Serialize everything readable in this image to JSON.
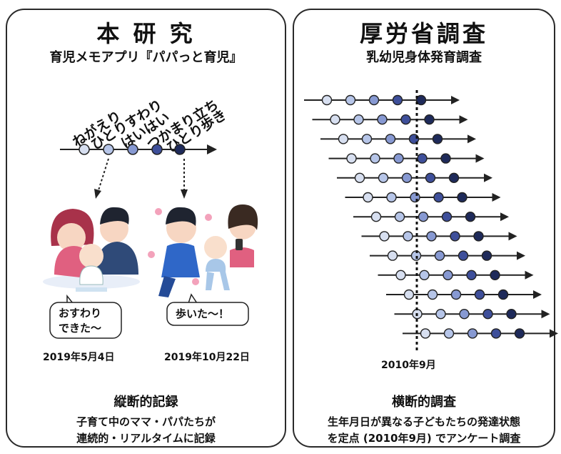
{
  "left": {
    "title": "本 研 究",
    "subtitle": "育児メモアプリ『パパっと育児』",
    "milestones": [
      "ねがえり",
      "ひとりすわり",
      "はいはい",
      "つかまり立ち",
      "ひとり歩き"
    ],
    "bubble1": [
      "おすわり",
      "できた～"
    ],
    "bubble2": "歩いた～！",
    "date1": "2019年5月4日",
    "date2": "2019年10月22日",
    "method": "縦断的記録",
    "desc": [
      "子育て中のママ・パパたちが",
      "連続的・リアルタイムに記録"
    ]
  },
  "right": {
    "title": "厚労省調査",
    "subtitle": "乳幼児身体発育調査",
    "ref_label": "2010年9月",
    "method": "横断的調査",
    "desc": [
      "生年月日が異なる子どもたちの発達状態",
      "を定点 (2010年9月) でアンケート調査"
    ]
  },
  "colors": {
    "dot_levels": [
      "#d7dff0",
      "#b6c5e8",
      "#8799d2",
      "#3e4f9a",
      "#1e2a5a"
    ],
    "outline": "#222222"
  }
}
